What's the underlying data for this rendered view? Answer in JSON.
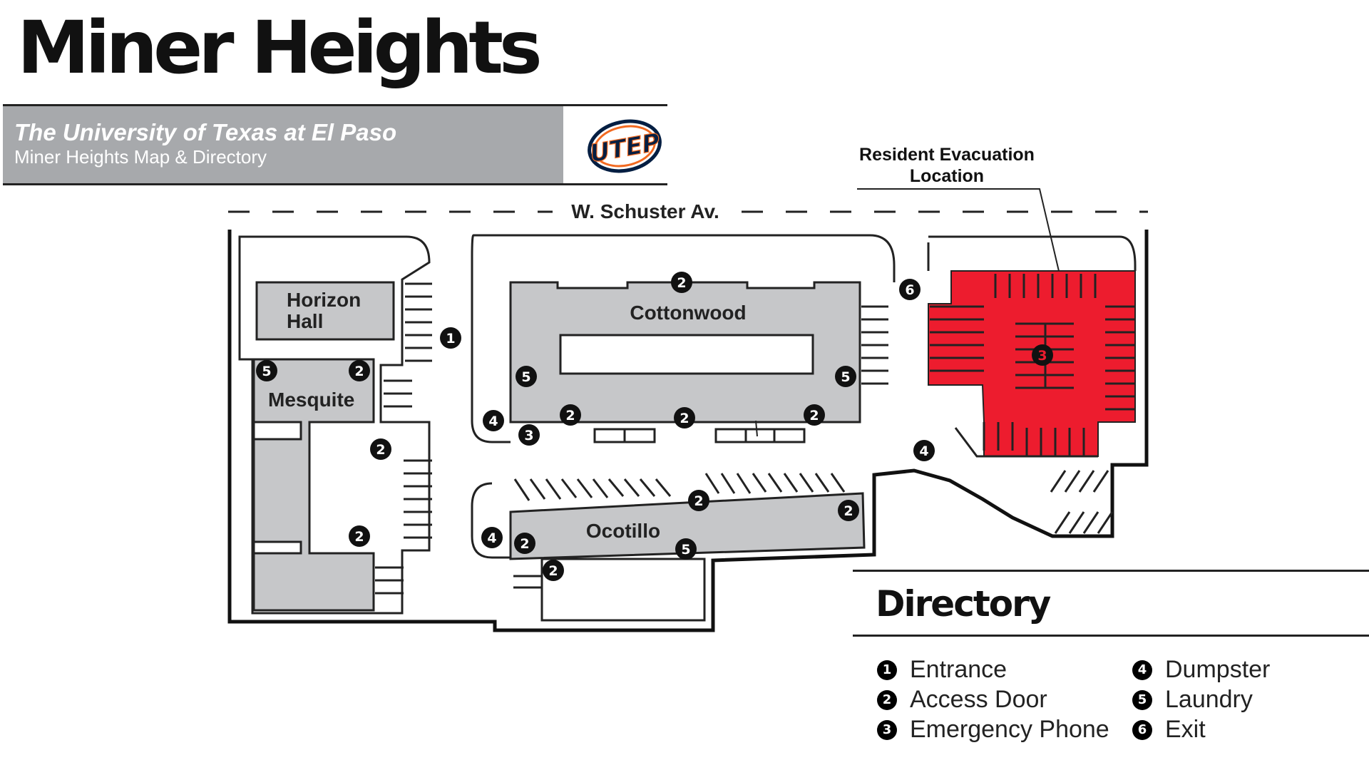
{
  "header": {
    "title": "Miner Heights",
    "university": "The University of Texas at El Paso",
    "subtitle": "Miner Heights Map & Directory",
    "logo_text": "UTEP"
  },
  "map": {
    "street": "W. Schuster Av.",
    "evacuation_line1": "Resident Evacuation",
    "evacuation_line2": "Location",
    "buildings": {
      "horizon_line1": "Horizon",
      "horizon_line2": "Hall",
      "mesquite": "Mesquite",
      "cottonwood": "Cottonwood",
      "ocotillo": "Ocotillo"
    },
    "markers": [
      "1",
      "2",
      "3",
      "4",
      "5",
      "6"
    ]
  },
  "directory": {
    "title": "Directory",
    "items": [
      {
        "num": "1",
        "label": "Entrance"
      },
      {
        "num": "2",
        "label": "Access Door"
      },
      {
        "num": "3",
        "label": "Emergency Phone"
      },
      {
        "num": "4",
        "label": "Dumpster"
      },
      {
        "num": "5",
        "label": "Laundry"
      },
      {
        "num": "6",
        "label": "Exit"
      }
    ]
  },
  "colors": {
    "building": "#c6c7c9",
    "evacuation": "#ed1c2e",
    "banner": "#a7a9ac",
    "logo_orange": "#f26a21",
    "logo_navy": "#041e42"
  }
}
